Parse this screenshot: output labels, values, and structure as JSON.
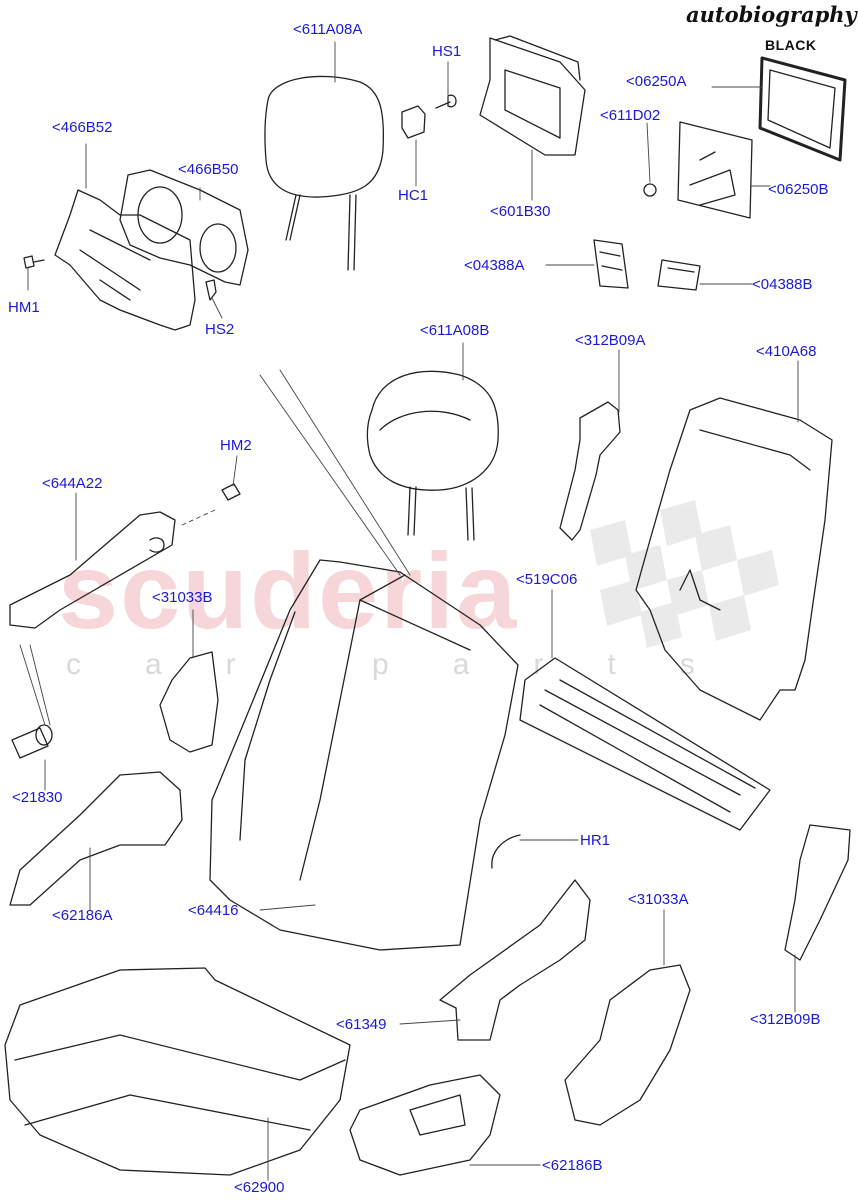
{
  "header": {
    "title": "autobiography",
    "subtitle": "BLACK"
  },
  "watermark": {
    "main": "scuderia",
    "sub": "car parts"
  },
  "labels": {
    "611A08A": "<611A08A",
    "HS1": "HS1",
    "HC1": "HC1",
    "601B30": "<601B30",
    "06250A": "<06250A",
    "611D02": "<611D02",
    "06250B": "<06250B",
    "466B52": "<466B52",
    "466B50": "<466B50",
    "HM1": "HM1",
    "HS2": "HS2",
    "04388A": "<04388A",
    "04388B": "<04388B",
    "611A08B": "<611A08B",
    "312B09A": "<312B09A",
    "410A68": "<410A68",
    "HM2": "HM2",
    "644A22": "<644A22",
    "31033B": "<31033B",
    "519C06": "<519C06",
    "21830": "<21830",
    "62186A": "<62186A",
    "64416": "<64416",
    "HR1": "HR1",
    "31033A": "<31033A",
    "312B09B": "<312B09B",
    "61349": "<61349",
    "62900": "<62900",
    "62186B": "<62186B"
  }
}
